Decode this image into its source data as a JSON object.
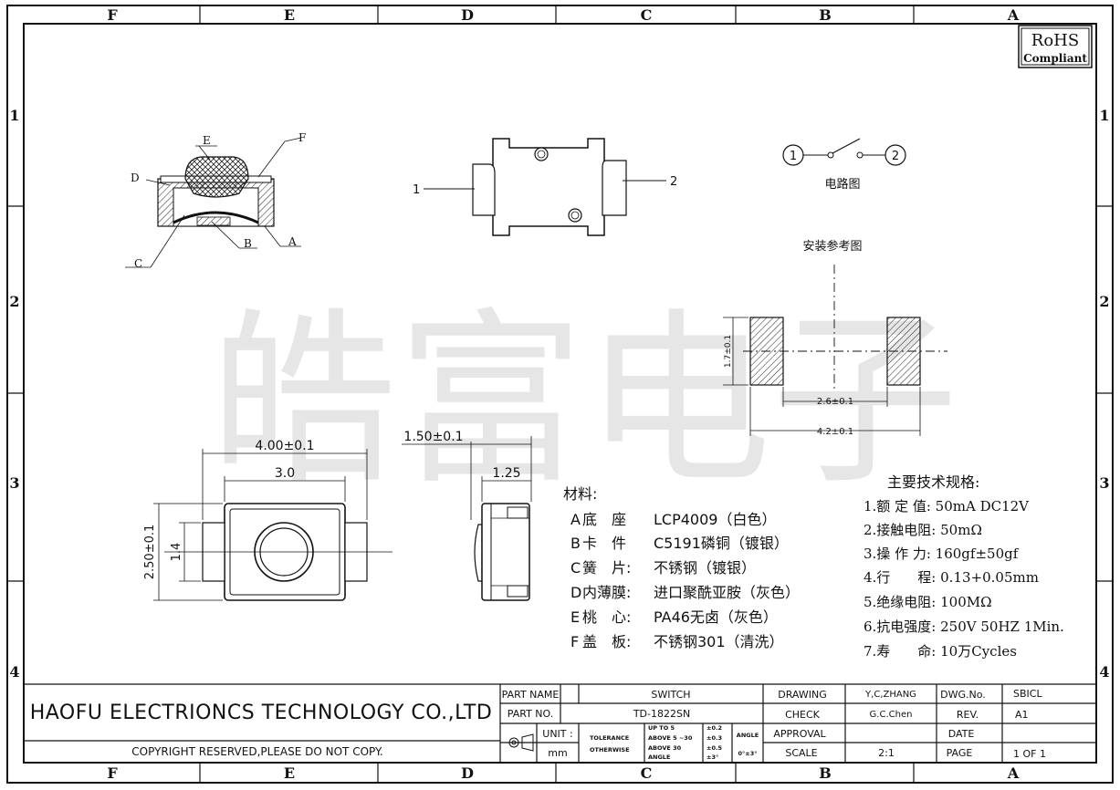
{
  "zone_columns": [
    "F",
    "E",
    "D",
    "C",
    "B",
    "A"
  ],
  "zone_rows": [
    "1",
    "2",
    "3",
    "4"
  ],
  "rohs": {
    "line1": "RoHS",
    "line2": "Compliant"
  },
  "watermark": "皓富电子",
  "section_labels": {
    "callouts": [
      "E",
      "F",
      "D",
      "C",
      "B",
      "A"
    ],
    "pins": [
      "1",
      "2"
    ],
    "circuit_pins": [
      "1",
      "2"
    ],
    "circuit_title": "电路图",
    "mount_title": "安装参考图"
  },
  "dimensions": {
    "overall_length": "4.00±0.1",
    "inner_length": "3.0",
    "overall_width": "2.50±0.1",
    "inner_width": "1.4",
    "height": "1.50±0.1",
    "body_height": "1.25",
    "pad_length": "1.7±0.1",
    "pad_gap": "2.6±0.1",
    "pad_span": "4.2±0.1"
  },
  "materials": {
    "title": "材料:",
    "items": [
      {
        "key": "A",
        "name": "底　座",
        "value": "LCP4009（白色）"
      },
      {
        "key": "B",
        "name": "卡　件",
        "value": "C5191磷铜（镀银）"
      },
      {
        "key": "C",
        "name": "簧　片:",
        "value": "不锈钢（镀银）"
      },
      {
        "key": "D",
        "name": "内薄膜:",
        "value": "进口聚酰亚胺（灰色）"
      },
      {
        "key": "E",
        "name": "桃　心:",
        "value": "PA46无卤（灰色）"
      },
      {
        "key": "F",
        "name": "盖　板:",
        "value": "不锈钢301（清洗）"
      }
    ]
  },
  "specs": {
    "title": "主要技术规格:",
    "items": [
      "1.额 定 值: 50mA DC12V",
      "2.接触电阻: 50mΩ",
      "3.操 作 力: 160gf±50gf",
      "4.行　　程: 0.13+0.05mm",
      "5.绝缘电阻: 100MΩ",
      "6.抗电强度: 250V 50HZ 1Min.",
      "7.寿　　命: 10万Cycles"
    ]
  },
  "title_block": {
    "company": "HAOFU ELECTRIONCS TECHNOLOGY CO.,LTD",
    "copyright": "COPYRIGHT RESERVED,PLEASE DO NOT COPY.",
    "part_name_label": "PART NAME",
    "part_name": "SWITCH",
    "part_no_label": "PART NO.",
    "part_no": "TD-1822SN",
    "unit_label": "UNIT :",
    "unit": "mm",
    "tolerance_label": "TOLERANCE",
    "otherwise_label": "OTHERWISE",
    "tol_rows": [
      {
        "range": "UP TO 5",
        "value": "±0.2"
      },
      {
        "range": "ABOVE 5 ~30",
        "value": "±0.3"
      },
      {
        "range": "ABOVE 30",
        "value": "±0.5"
      },
      {
        "range": "ANGLE",
        "value": "±3°"
      }
    ],
    "angle_label": "ANGLE",
    "angle_value": "0°±3°",
    "drawing_label": "DRAWING",
    "drawing_by": "Y,C,ZHANG",
    "check_label": "CHECK",
    "check_by": "G.C.Chen",
    "approval_label": "APPROVAL",
    "scale_label": "SCALE",
    "scale": "2:1",
    "dwg_no_label": "DWG.No.",
    "dwg_no": "SBICL",
    "rev_label": "REV.",
    "rev": "A1",
    "date_label": "DATE",
    "page_label": "PAGE",
    "page": "1 OF 1"
  }
}
